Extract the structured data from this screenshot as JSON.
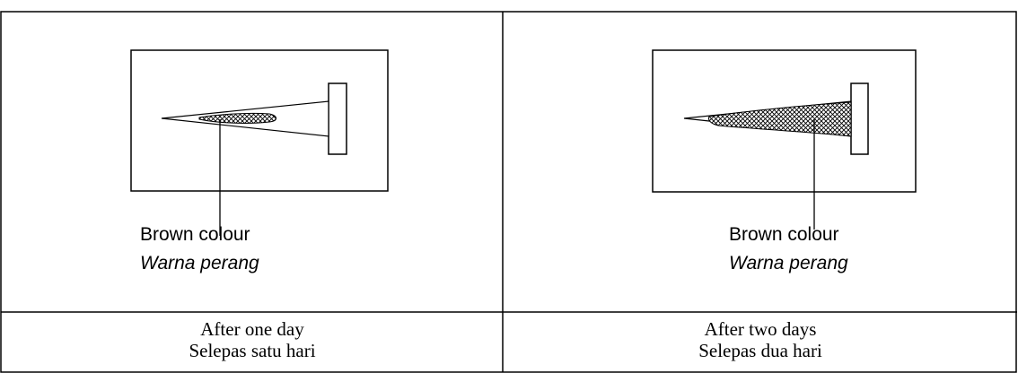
{
  "panels": [
    {
      "callout_label": "Brown colour",
      "callout_label_translated": "Warna perang",
      "caption": "After one day",
      "caption_translated": "Selepas satu hari"
    },
    {
      "callout_label": "Brown colour",
      "callout_label_translated": "Warna perang",
      "caption": "After two days",
      "caption_translated": "Selepas dua hari"
    }
  ]
}
